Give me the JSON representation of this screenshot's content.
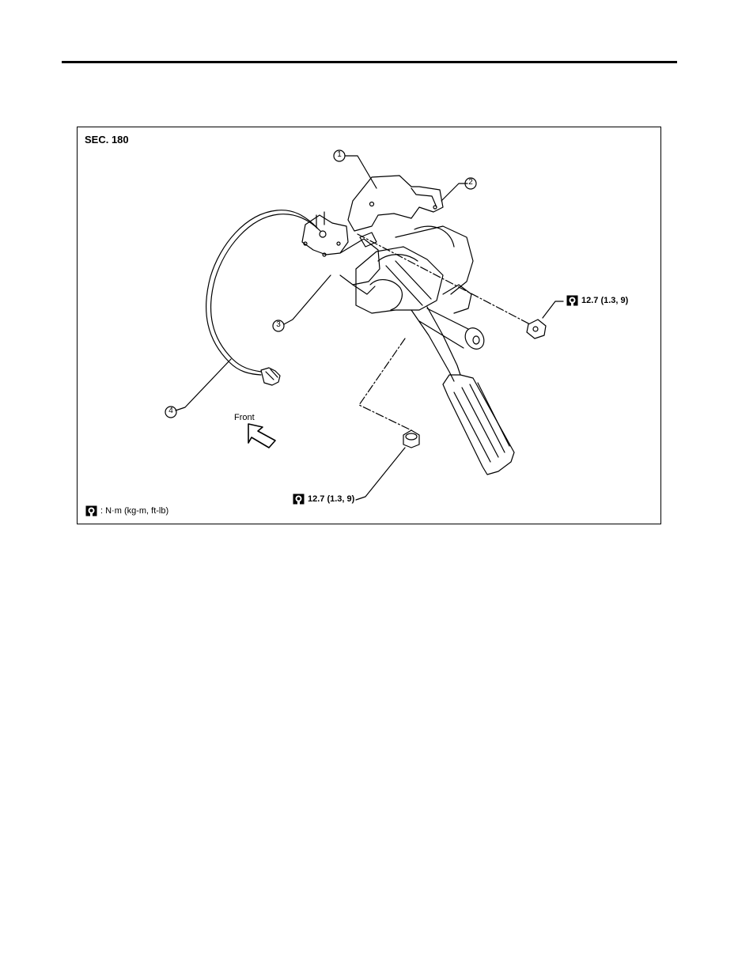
{
  "figure": {
    "section_label": "SEC. 180",
    "callouts": [
      "1",
      "2",
      "3",
      "4"
    ],
    "front_label": "Front",
    "torque_right": "12.7 (1.3, 9)",
    "torque_bottom": "12.7 (1.3, 9)",
    "legend_text": ": N·m (kg-m, ft-lb)",
    "icons": {
      "torque": "torque-wrench-icon",
      "front": "front-direction-arrow-icon"
    }
  }
}
